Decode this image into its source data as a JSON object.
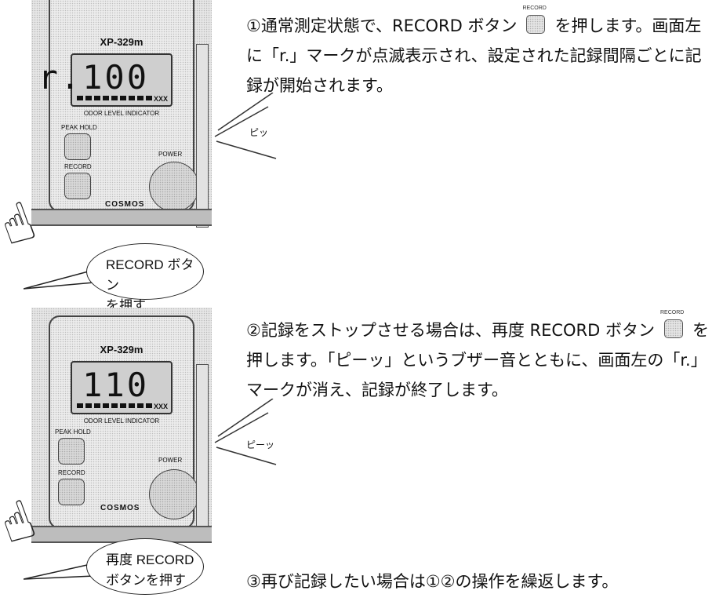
{
  "devices": [
    {
      "model": "XP-329m",
      "display": "r.100",
      "unit": "XXX",
      "indicator": "ODOR LEVEL INDICATOR",
      "peak_hold": "PEAK HOLD",
      "record": "RECORD",
      "power": "POWER",
      "brand": "COSMOS",
      "beep": "ピッ",
      "bubble_line1": "RECORD ボタン",
      "bubble_line2": "を押す"
    },
    {
      "model": "XP-329m",
      "display": "110",
      "unit": "XXX",
      "indicator": "ODOR LEVEL INDICATOR",
      "peak_hold": "PEAK HOLD",
      "record": "RECORD",
      "power": "POWER",
      "brand": "COSMOS",
      "beep": "ピーッ",
      "bubble_line1": "再度 RECORD",
      "bubble_line2": "ボタンを押す"
    }
  ],
  "icon_label": "RECORD",
  "steps": [
    {
      "before_icon": "①通常測定状態で、RECORD ボタン",
      "after_icon": "を押しま",
      "rest": "す。画面左に「r.」マークが点滅表示され、設定された記録間隔ごとに記録が開始されます。"
    },
    {
      "before_icon": "②記録をストップさせる場合は、再度 RECORD ボタン",
      "after_icon": "を押します。「ピーッ」というブザー音",
      "rest": "とともに、画面左の「r.」マークが消え、記録が終了します。"
    },
    {
      "text": "③再び記録したい場合は①②の操作を繰返します。"
    }
  ]
}
